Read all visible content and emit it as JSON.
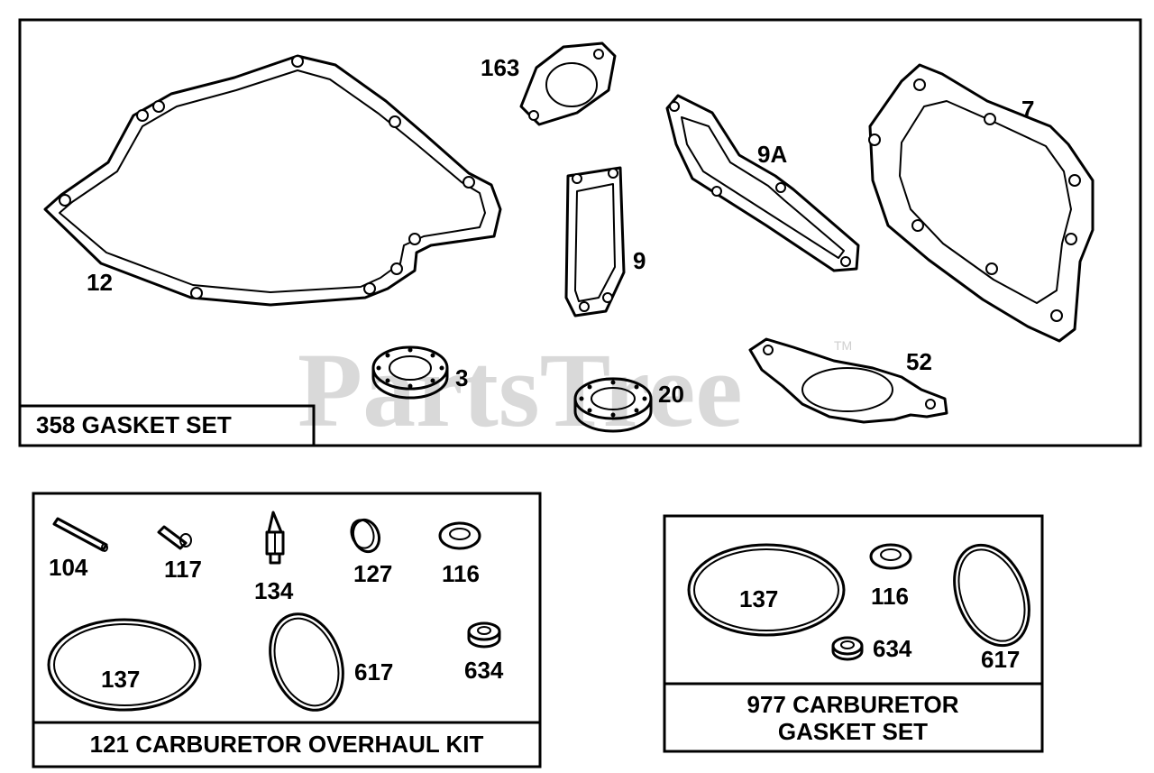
{
  "watermark": {
    "text": "PartsTree",
    "tm": "TM"
  },
  "gasket_set": {
    "title": "358 GASKET SET",
    "labels": {
      "p12": "12",
      "p163": "163",
      "p9": "9",
      "p9a": "9A",
      "p7": "7",
      "p3": "3",
      "p20": "20",
      "p52": "52"
    }
  },
  "overhaul_kit": {
    "title": "121 CARBURETOR OVERHAUL KIT",
    "labels": {
      "p104": "104",
      "p117": "117",
      "p134": "134",
      "p127": "127",
      "p116": "116",
      "p137": "137",
      "p617": "617",
      "p634": "634"
    }
  },
  "carb_gasket_set": {
    "title_line1": "977 CARBURETOR",
    "title_line2": "GASKET SET",
    "labels": {
      "p137": "137",
      "p116": "116",
      "p634": "634",
      "p617": "617"
    }
  }
}
